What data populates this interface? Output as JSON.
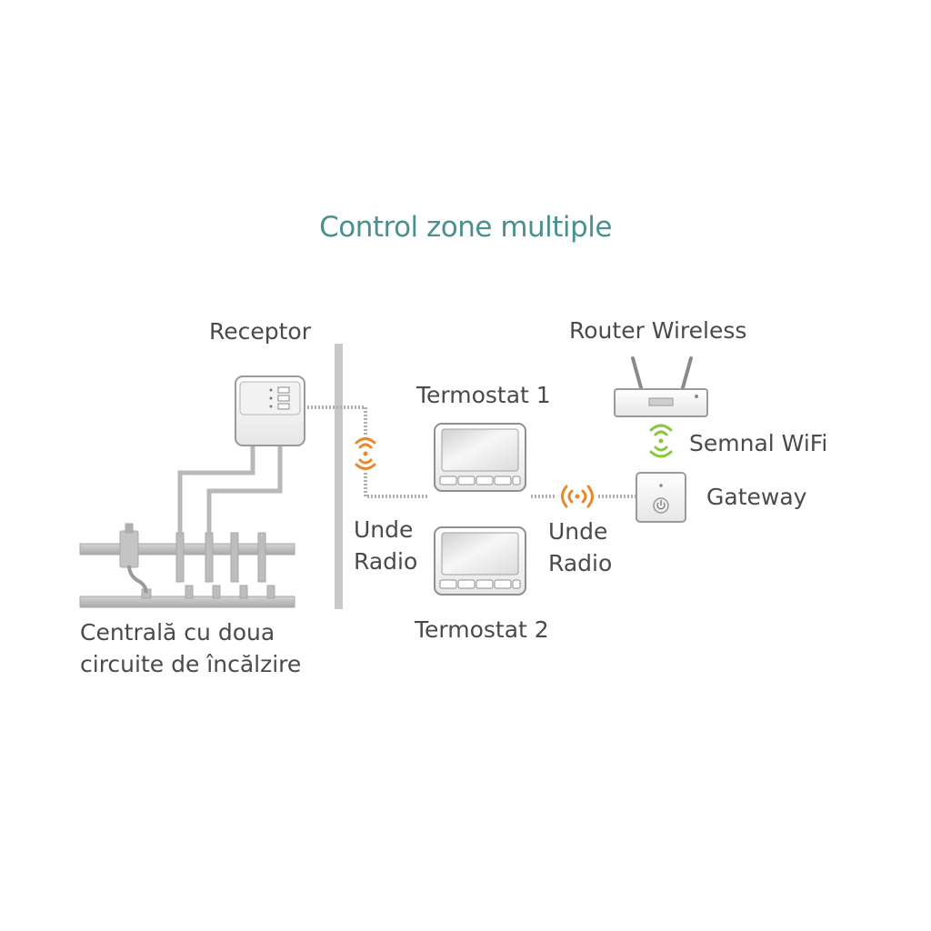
{
  "title": "Control zone multiple",
  "labels": {
    "receptor": "Receptor",
    "router": "Router Wireless",
    "termostat1": "Termostat 1",
    "termostat2": "Termostat 2",
    "semnal_wifi": "Semnal WiFi",
    "gateway": "Gateway",
    "unde_radio_left": [
      "Unde",
      "Radio"
    ],
    "unde_radio_right": [
      "Unde",
      "Radio"
    ],
    "centrala": [
      "Centrală cu doua",
      "circuite de încălzire"
    ]
  },
  "colors": {
    "title": "#4a9090",
    "radio_signal": "#e8892b",
    "wifi_signal": "#8cc63f",
    "device_stroke": "#9a9a9a",
    "pipe": "#b5b5b5",
    "wall": "#c8c8c8"
  }
}
